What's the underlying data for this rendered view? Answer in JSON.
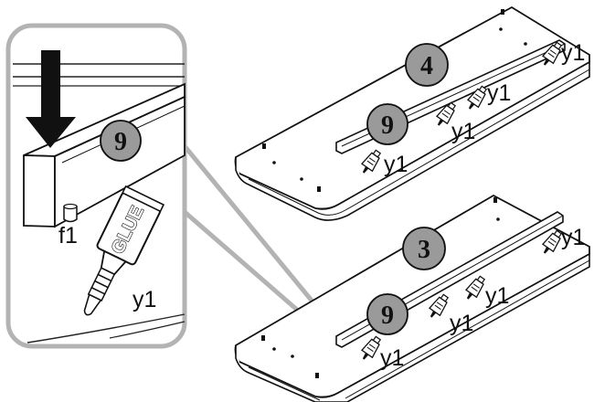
{
  "detail": {
    "step_number": "9",
    "label_foot": "f1",
    "label_glue": "y1",
    "glue_text": "GLUE"
  },
  "panel_top": {
    "step_number": "4",
    "rail_number": "9",
    "glue_labels": [
      "y1",
      "y1",
      "y1",
      "y1"
    ]
  },
  "panel_bottom": {
    "step_number": "3",
    "rail_number": "9",
    "glue_labels": [
      "y1",
      "y1",
      "y1",
      "y1"
    ]
  },
  "icons": [
    "down-arrow-icon",
    "glue-bottle-icon",
    "glue-drop-icon"
  ]
}
